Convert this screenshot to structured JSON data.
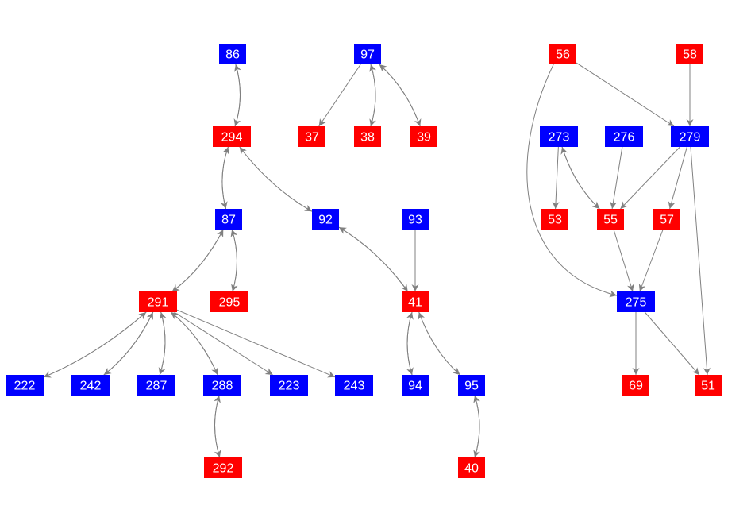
{
  "colors": {
    "blue": "#0000ff",
    "red": "#ff0000",
    "edge": "#808080"
  },
  "nodes": [
    {
      "id": "86",
      "color": "blue"
    },
    {
      "id": "97",
      "color": "blue"
    },
    {
      "id": "56",
      "color": "red"
    },
    {
      "id": "58",
      "color": "red"
    },
    {
      "id": "294",
      "color": "red"
    },
    {
      "id": "37",
      "color": "red"
    },
    {
      "id": "38",
      "color": "red"
    },
    {
      "id": "39",
      "color": "red"
    },
    {
      "id": "273",
      "color": "blue"
    },
    {
      "id": "276",
      "color": "blue"
    },
    {
      "id": "279",
      "color": "blue"
    },
    {
      "id": "87",
      "color": "blue"
    },
    {
      "id": "92",
      "color": "blue"
    },
    {
      "id": "93",
      "color": "blue"
    },
    {
      "id": "53",
      "color": "red"
    },
    {
      "id": "55",
      "color": "red"
    },
    {
      "id": "57",
      "color": "red"
    },
    {
      "id": "291",
      "color": "red"
    },
    {
      "id": "295",
      "color": "red"
    },
    {
      "id": "41",
      "color": "red"
    },
    {
      "id": "275",
      "color": "blue"
    },
    {
      "id": "222",
      "color": "blue"
    },
    {
      "id": "242",
      "color": "blue"
    },
    {
      "id": "287",
      "color": "blue"
    },
    {
      "id": "288",
      "color": "blue"
    },
    {
      "id": "223",
      "color": "blue"
    },
    {
      "id": "243",
      "color": "blue"
    },
    {
      "id": "94",
      "color": "blue"
    },
    {
      "id": "95",
      "color": "blue"
    },
    {
      "id": "69",
      "color": "red"
    },
    {
      "id": "51",
      "color": "red"
    },
    {
      "id": "292",
      "color": "red"
    },
    {
      "id": "40",
      "color": "red"
    }
  ],
  "edges": [
    [
      "86",
      "294"
    ],
    [
      "294",
      "86"
    ],
    [
      "294",
      "87"
    ],
    [
      "87",
      "294"
    ],
    [
      "294",
      "92"
    ],
    [
      "92",
      "294"
    ],
    [
      "87",
      "291"
    ],
    [
      "291",
      "87"
    ],
    [
      "87",
      "295"
    ],
    [
      "295",
      "87"
    ],
    [
      "92",
      "41"
    ],
    [
      "41",
      "92"
    ],
    [
      "93",
      "41"
    ],
    [
      "41",
      "94"
    ],
    [
      "94",
      "41"
    ],
    [
      "41",
      "95"
    ],
    [
      "95",
      "41"
    ],
    [
      "95",
      "40"
    ],
    [
      "40",
      "95"
    ],
    [
      "291",
      "222"
    ],
    [
      "222",
      "291"
    ],
    [
      "291",
      "242"
    ],
    [
      "242",
      "291"
    ],
    [
      "291",
      "287"
    ],
    [
      "287",
      "291"
    ],
    [
      "291",
      "288"
    ],
    [
      "288",
      "291"
    ],
    [
      "291",
      "223"
    ],
    [
      "291",
      "243"
    ],
    [
      "288",
      "292"
    ],
    [
      "292",
      "288"
    ],
    [
      "97",
      "37"
    ],
    [
      "97",
      "38"
    ],
    [
      "38",
      "97"
    ],
    [
      "97",
      "39"
    ],
    [
      "39",
      "97"
    ],
    [
      "56",
      "279"
    ],
    [
      "56",
      "275"
    ],
    [
      "58",
      "279"
    ],
    [
      "273",
      "53"
    ],
    [
      "273",
      "55"
    ],
    [
      "55",
      "273"
    ],
    [
      "276",
      "55"
    ],
    [
      "279",
      "55"
    ],
    [
      "279",
      "57"
    ],
    [
      "279",
      "51"
    ],
    [
      "55",
      "275"
    ],
    [
      "57",
      "275"
    ],
    [
      "275",
      "69"
    ],
    [
      "275",
      "51"
    ]
  ]
}
